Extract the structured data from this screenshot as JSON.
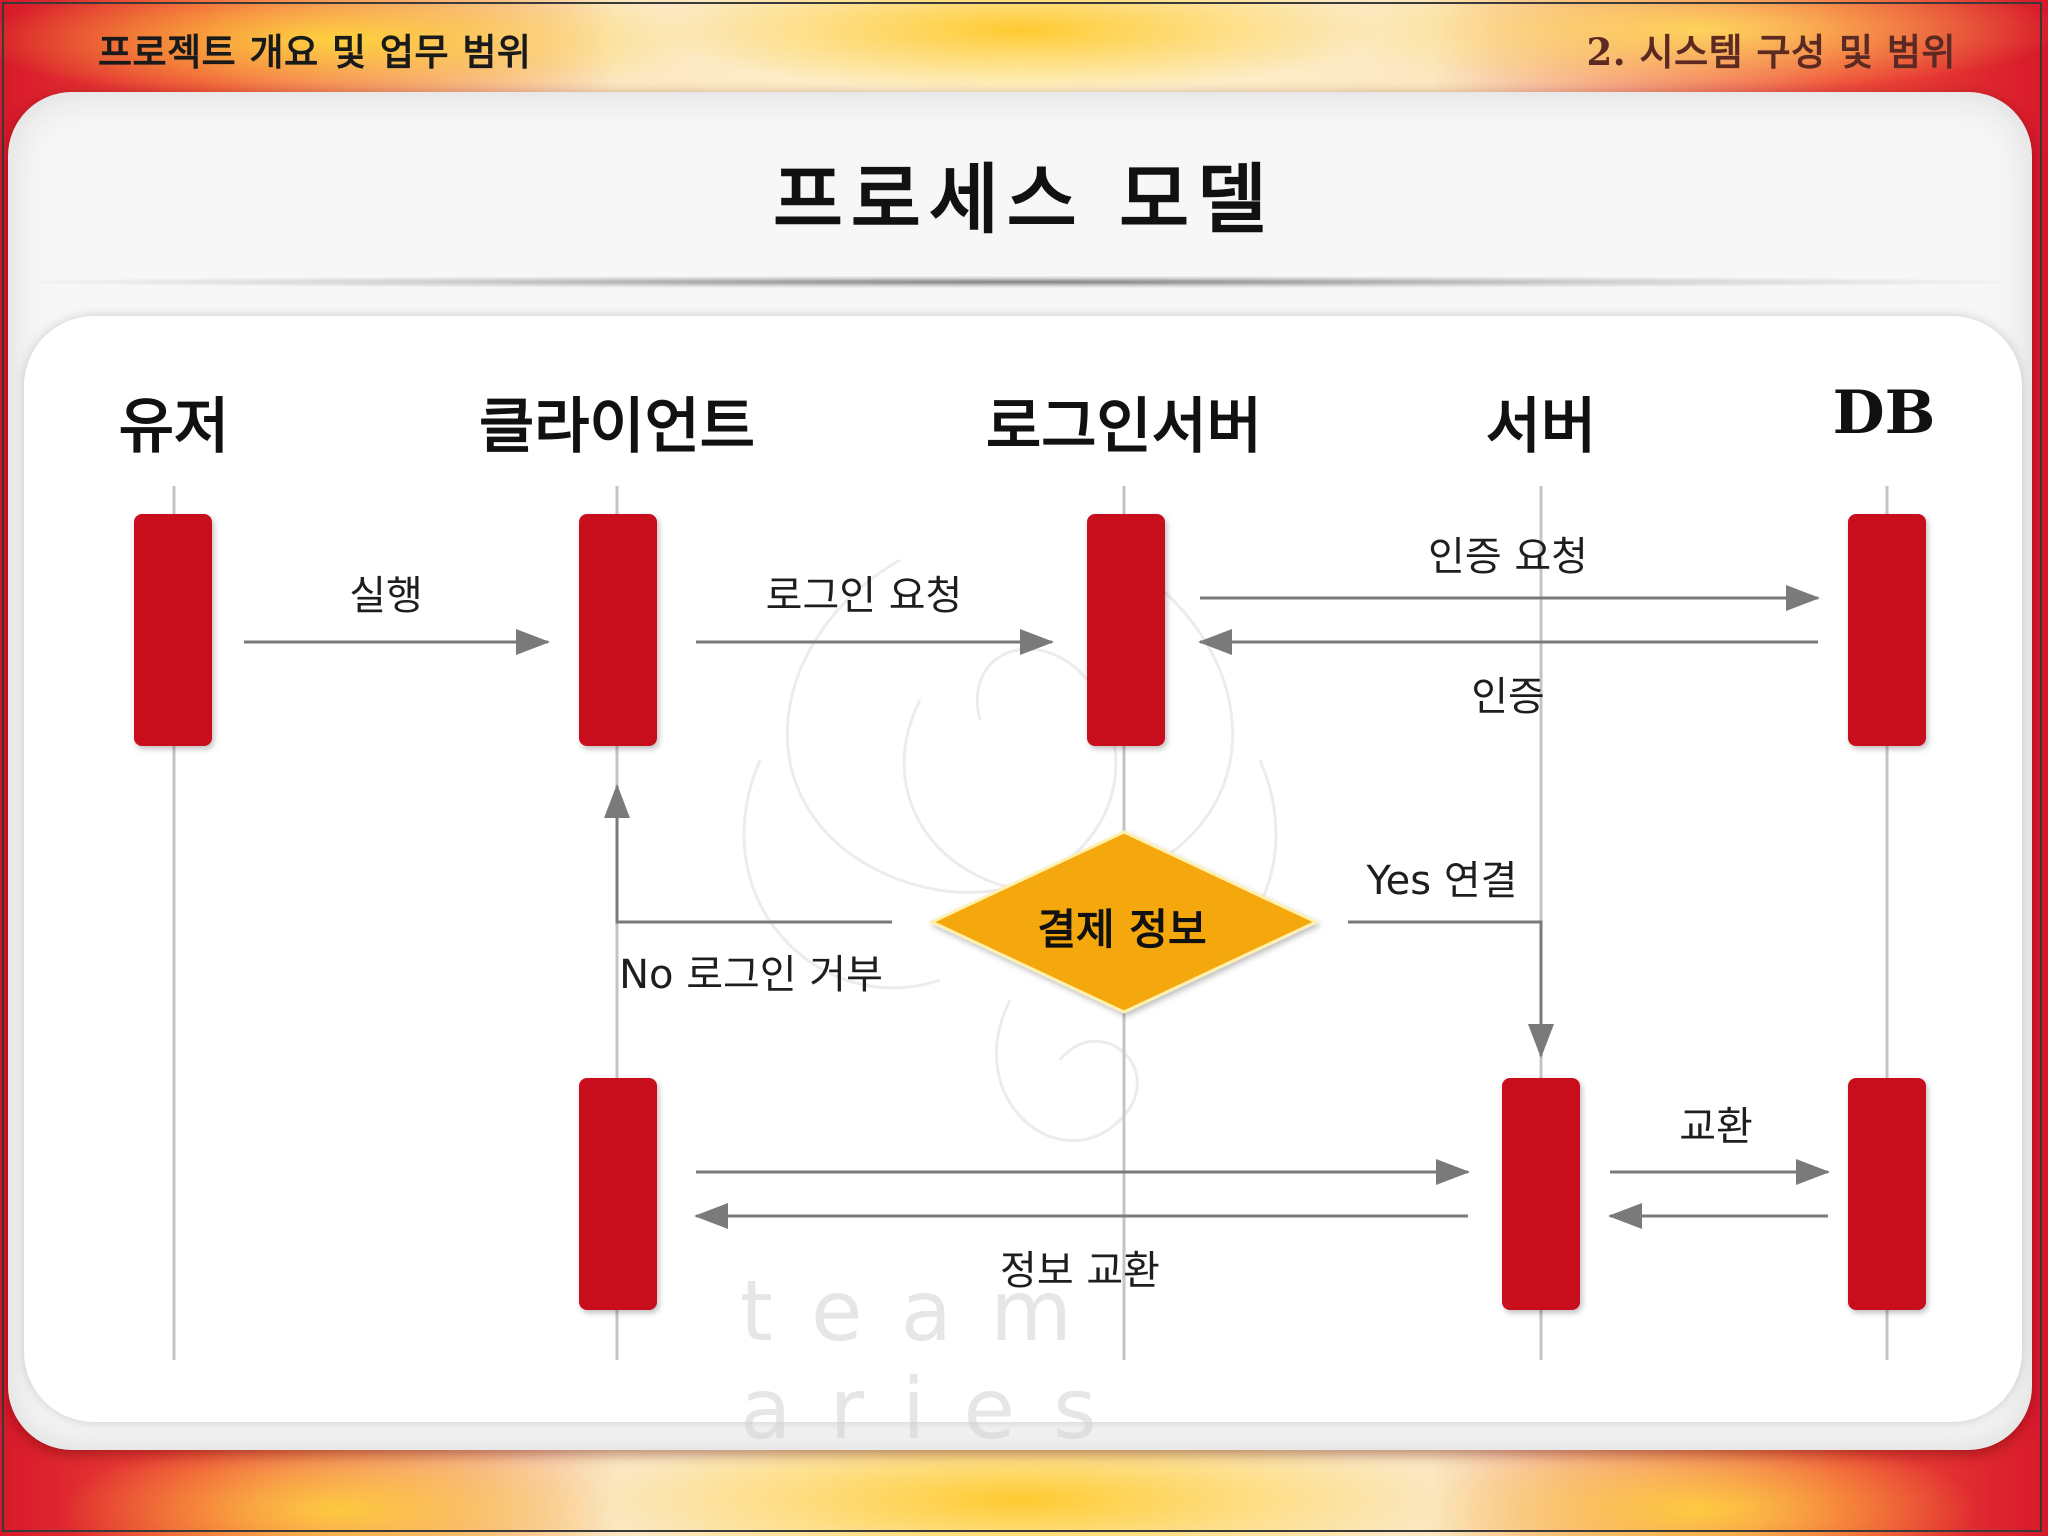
{
  "header": {
    "left_title": "프로젝트 개요 및 업무 범위",
    "right_title": "2. 시스템 구성 및 범위"
  },
  "page_title": "프로세스 모델",
  "watermark": "team aries",
  "participants": [
    "유저",
    "클라이언트",
    "로그인서버",
    "서버",
    "DB"
  ],
  "messages": {
    "execute": "실행",
    "login_request": "로그인 요청",
    "auth_request": "인증 요청",
    "auth": "인증",
    "yes_connect": "Yes 연결",
    "no_reject": "No 로그인 거부",
    "info_exchange": "정보 교환",
    "exchange": "교환"
  },
  "decision": {
    "label": "결제 정보"
  },
  "colors": {
    "activation": "#c80a1e",
    "decision": "#f5a80a",
    "lifeline": "#bdbdbd",
    "arrow": "#7a7a7a"
  }
}
